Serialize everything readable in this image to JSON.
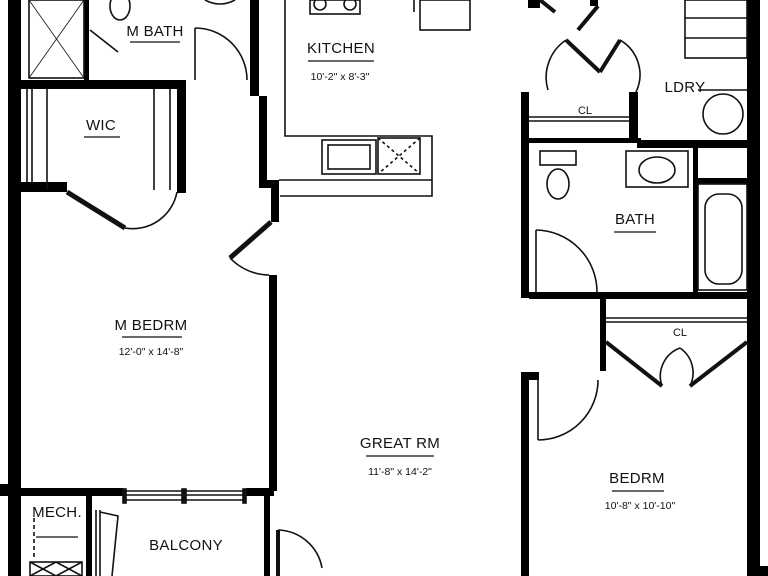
{
  "plan": {
    "rooms": {
      "m_bath": {
        "name": "M BATH"
      },
      "kitchen": {
        "name": "KITCHEN",
        "dims": "10'-2\" x 8'-3\""
      },
      "ldry": {
        "name": "LDRY"
      },
      "closet_upper": {
        "name": "CL"
      },
      "wic": {
        "name": "WIC"
      },
      "bath": {
        "name": "BATH"
      },
      "closet_lower": {
        "name": "CL"
      },
      "m_bedrm": {
        "name": "M BEDRM",
        "dims": "12'-0\" x 14'-8\""
      },
      "great_rm": {
        "name": "GREAT RM",
        "dims": "11'-8\" x 14'-2\""
      },
      "bedrm": {
        "name": "BEDRM",
        "dims": "10'-8\" x 10'-10\""
      },
      "mech": {
        "name": "MECH."
      },
      "balcony": {
        "name": "BALCONY"
      }
    },
    "colors": {
      "wall": "#000000",
      "line": "#111111",
      "background": "#ffffff"
    }
  }
}
